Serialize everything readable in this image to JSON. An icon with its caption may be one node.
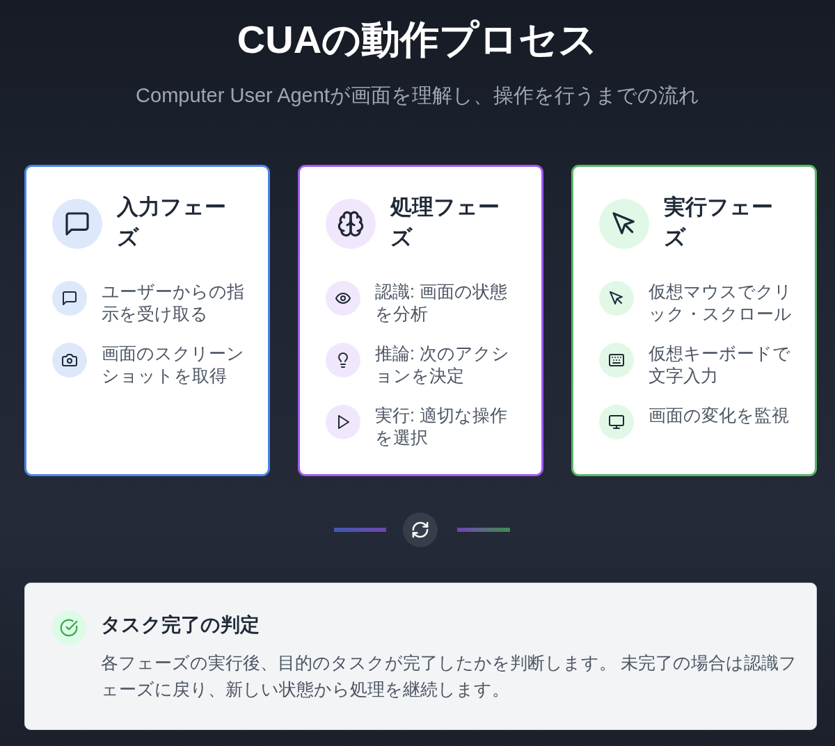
{
  "diagram": {
    "title": "CUAの動作プロセス",
    "nodes": [
      {
        "text": [
          "入力フェーズ",
          "ユーザーからの指示を受け取る",
          "画面のスクリーンショットを取得"
        ]
      },
      {
        "text": [
          "処理フェーズ",
          "認識: 画面の状態を分析",
          "推論: 次のアクションを決定",
          "実行: 適切な操作を選択"
        ]
      },
      {
        "text": [
          "実行フェーズ",
          "仮想マウスでクリック・スクロール",
          "仮想キーボードで文字入力",
          "画面の変化を監視"
        ]
      },
      {
        "text": [
          "タスク完了の判定",
          "各フェーズの実行後、目的のタスクが完了したかを判断します。 未完了の場合は認識フェーズに戻り、新しい状態から処理を継続します。"
        ]
      }
    ],
    "labels": [
      "Computer User Agentが画面を理解し、操作を行うまでの流れ"
    ]
  }
}
